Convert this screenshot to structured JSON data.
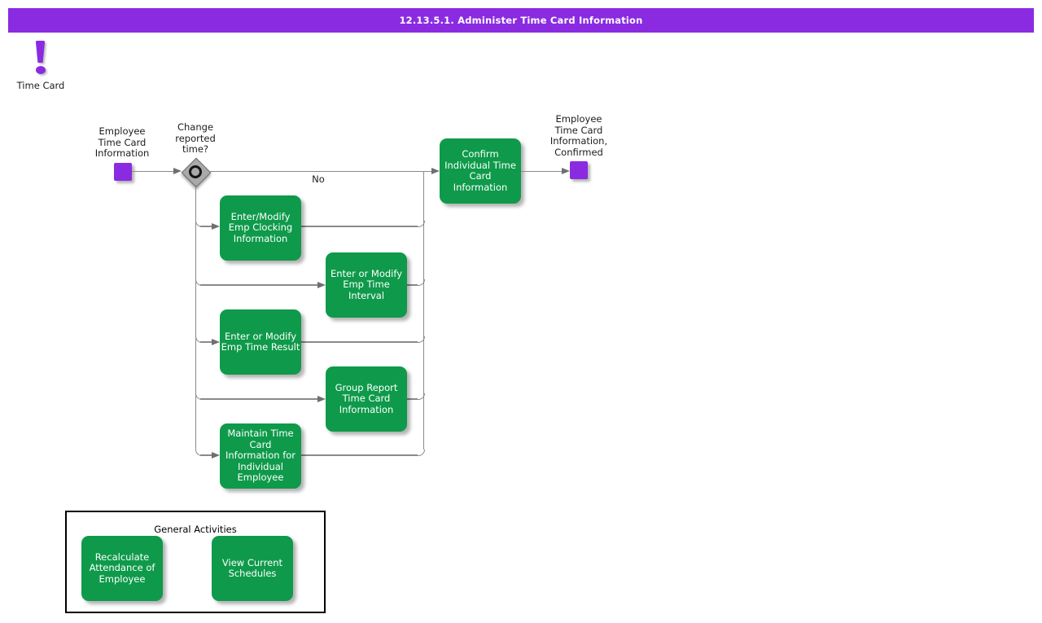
{
  "title_bar": {
    "text": "12.13.5.1. Administer Time Card Information"
  },
  "legend": {
    "icon": "exclamation-icon",
    "label": "Time Card"
  },
  "colors": {
    "accent_purple": "#8A2BE2",
    "activity_green": "#0E9A4A",
    "decision_gray": "#A9A9A9",
    "connector_gray": "#8a8a8a",
    "title_text": "#FFFFFF"
  },
  "flow": {
    "start_label": "Employee\nTime Card\nInformation",
    "decision_label": "Change\nreported\ntime?",
    "no_branch_label": "No",
    "confirm_label": "Confirm\nIndividual Time\nCard\nInformation",
    "end_label": "Employee\nTime Card\nInformation,\nConfirmed",
    "activities": [
      {
        "label": "Enter/Modify\nEmp Clocking\nInformation"
      },
      {
        "label": "Enter or Modify\nEmp Time\nInterval"
      },
      {
        "label": "Enter or Modify\nEmp Time Result"
      },
      {
        "label": "Group Report\nTime Card\nInformation"
      },
      {
        "label": "Maintain Time\nCard\nInformation for\nIndividual\nEmployee"
      }
    ]
  },
  "general_activities": {
    "title": "General Activities",
    "items": [
      {
        "label": "Recalculate\nAttendance of\nEmployee"
      },
      {
        "label": "View Current\nSchedules"
      }
    ]
  }
}
